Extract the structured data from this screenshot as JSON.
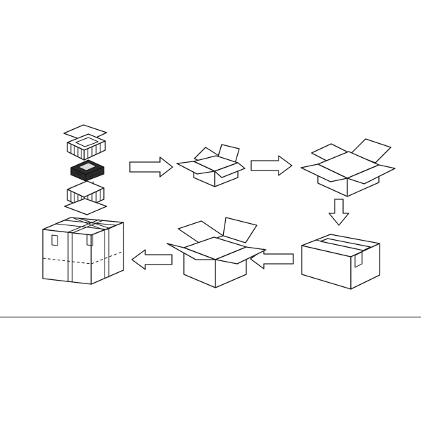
{
  "figure": {
    "kind": "packaging-process",
    "line_color": "#1a1a1a",
    "background": "#ffffff",
    "divider_color": "#444444"
  },
  "steps": [
    {
      "id": 1,
      "icon": "exploded-product-tray-icon"
    },
    {
      "id": 2,
      "icon": "small-open-box-icon"
    },
    {
      "id": 3,
      "icon": "large-flattened-open-box-icon"
    },
    {
      "id": 4,
      "icon": "taped-closed-box-icon"
    },
    {
      "id": 5,
      "icon": "open-outer-box-icon"
    },
    {
      "id": 6,
      "icon": "strapped-shipping-carton-icon"
    }
  ],
  "arrows": [
    {
      "from": 1,
      "to": 2,
      "direction": "right"
    },
    {
      "from": 2,
      "to": 3,
      "direction": "right"
    },
    {
      "from": 3,
      "to": 4,
      "direction": "down"
    },
    {
      "from": 4,
      "to": 5,
      "direction": "left"
    },
    {
      "from": 5,
      "to": 6,
      "direction": "left"
    }
  ]
}
